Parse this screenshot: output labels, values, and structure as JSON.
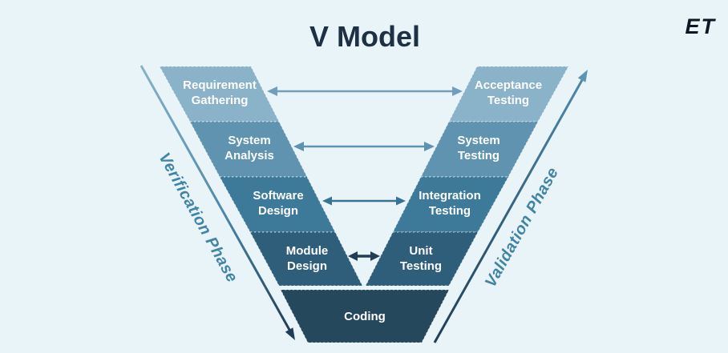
{
  "title": {
    "text": "V Model",
    "color": "#1d3044"
  },
  "logo": {
    "text": "ET",
    "color": "#0d1724"
  },
  "background": "#e9f4f8",
  "left_arm": {
    "rail_label": "Verification Phase",
    "boxes": [
      {
        "line1": "Requirement",
        "line2": "Gathering",
        "color": "#8ab2c8"
      },
      {
        "line1": "System",
        "line2": "Analysis",
        "color": "#5f93b0"
      },
      {
        "line1": "Software",
        "line2": "Design",
        "color": "#3d7a99"
      },
      {
        "line1": "Module",
        "line2": "Design",
        "color": "#2f5e7b"
      }
    ]
  },
  "right_arm": {
    "rail_label": "Validation Phase",
    "boxes": [
      {
        "line1": "Acceptance",
        "line2": "Testing",
        "color": "#8ab2c8"
      },
      {
        "line1": "System",
        "line2": "Testing",
        "color": "#5f93b0"
      },
      {
        "line1": "Integration",
        "line2": "Testing",
        "color": "#3d7a99"
      },
      {
        "line1": "Unit",
        "line2": "Testing",
        "color": "#2f5e7b"
      }
    ]
  },
  "bottom_box": {
    "label": "Coding",
    "color": "#26485c"
  },
  "connectors": [
    {
      "from": "Requirement Gathering",
      "to": "Acceptance Testing",
      "color": "#6f9fbe"
    },
    {
      "from": "System Analysis",
      "to": "System Testing",
      "color": "#5d92b0"
    },
    {
      "from": "Software Design",
      "to": "Integration Testing",
      "color": "#3a7291"
    },
    {
      "from": "Module Design",
      "to": "Unit Testing",
      "color": "#203e56"
    }
  ],
  "rails": {
    "label_color": "#4284a6",
    "grad_light": "#8ab2c8",
    "grad_mid": "#4e89a9",
    "grad_dark": "#1e3e56",
    "right_head": "#5b95b4",
    "left_head": "#1e3e56"
  }
}
